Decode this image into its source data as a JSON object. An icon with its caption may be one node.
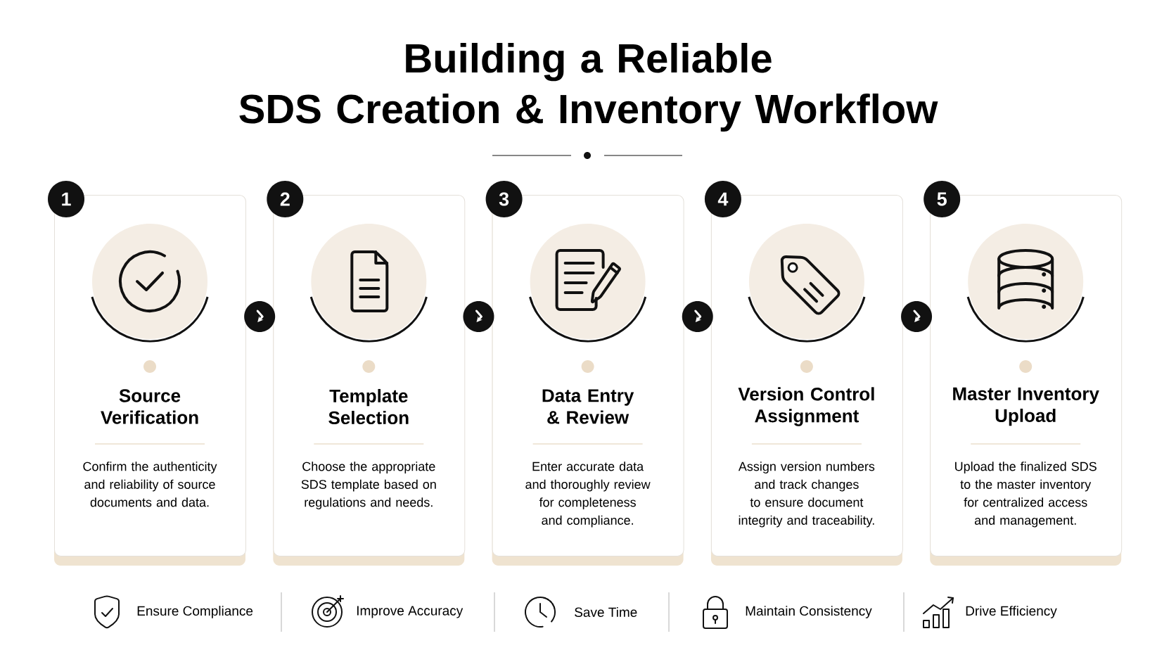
{
  "diagram": {
    "title": "Building a Reliable SDS Creation & Inventory Workflow",
    "nodes": [
      {
        "text": [
          "1",
          "Source Verification",
          "Confirm the authenticity and reliability of source documents and data."
        ]
      },
      {
        "text": [
          "2",
          "Template Selection",
          "Choose the appropriate SDS template based on regulations and needs."
        ]
      },
      {
        "text": [
          "3",
          "Data Entry & Review",
          "Enter accurate data and thoroughly review for completeness and compliance."
        ]
      },
      {
        "text": [
          "4",
          "Version Control Assignment",
          "Assign version numbers and track changes to ensure document integrity and traceability."
        ]
      },
      {
        "text": [
          "5",
          "Master Inventory Upload",
          "Upload the finalized SDS to the master inventory for centralized access and management."
        ]
      }
    ],
    "edges": [
      {
        "from": 0,
        "to": 1,
        "arrow": "to"
      },
      {
        "from": 1,
        "to": 2,
        "arrow": "to"
      },
      {
        "from": 2,
        "to": 3,
        "arrow": "to"
      },
      {
        "from": 3,
        "to": 4,
        "arrow": "to"
      }
    ],
    "labels": [
      "Ensure Compliance",
      "Improve Accuracy",
      "Save Time",
      "Maintain Consistency",
      "Drive Efficiency"
    ]
  }
}
